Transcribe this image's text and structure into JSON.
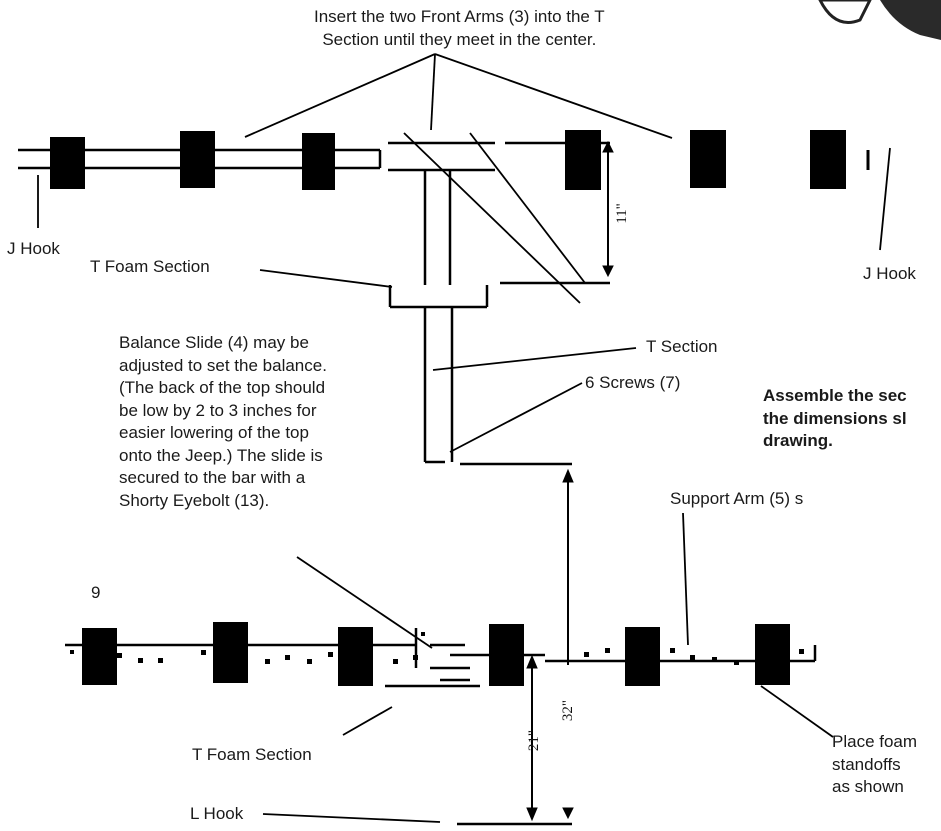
{
  "labels": {
    "insert_arms": "Insert the two Front Arms (3) into the T\nSection until they meet in the center.",
    "j_hook_left": "J Hook",
    "j_hook_right": "J Hook",
    "t_foam_top": "T Foam Section",
    "balance_slide": "Balance Slide (4) may be\nadjusted to set the balance.\n(The back of the top should\nbe low by 2 to 3 inches for\neasier lowering of the top\nonto the Jeep.) The slide is\nsecured to the bar with a\nShorty Eyebolt (13).",
    "t_section": "T  Section",
    "six_screws": "6 Screws (7)",
    "assemble_note": "Assemble the sec\nthe dimensions sl\ndrawing.",
    "support_arm": "Support Arm (5) s",
    "nine": "9",
    "t_foam_bottom": "T Foam Section",
    "l_hook": "L Hook",
    "place_foam": "Place foam\nstandoffs\nas shown"
  },
  "dimensions": {
    "d11": "11\"",
    "d32": "32\"",
    "d21": "21\""
  },
  "colors": {
    "ink": "#000000",
    "text": "#1a1a1a",
    "background": "#ffffff"
  }
}
